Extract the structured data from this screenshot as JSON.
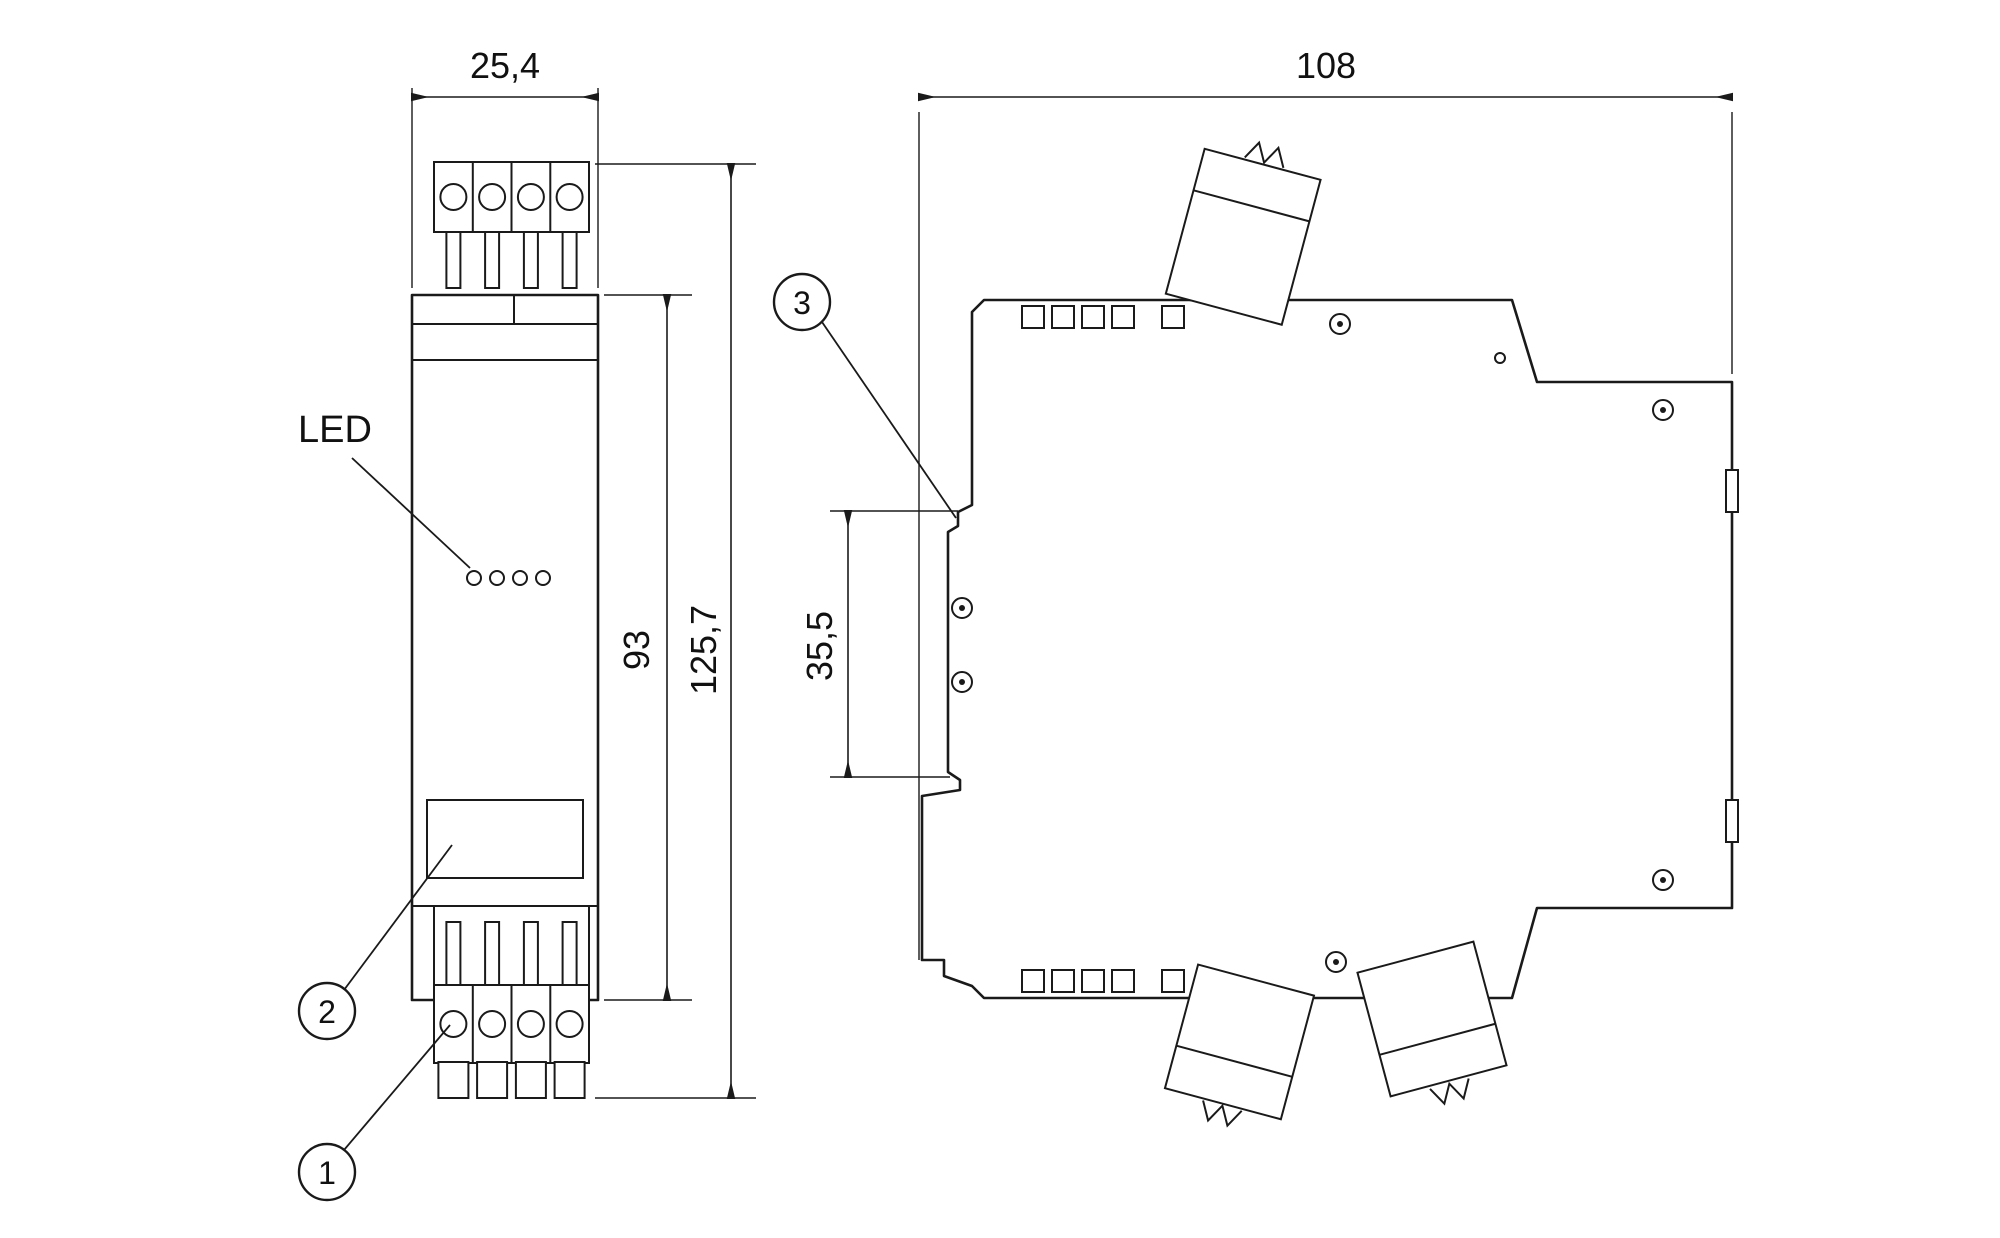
{
  "drawing": {
    "front_view": {
      "width_dim": "25,4",
      "body_height_dim": "93",
      "total_height_dim": "125,7",
      "led_label": "LED",
      "callout_bottom_terminal": "1",
      "callout_label_area": "2"
    },
    "side_view": {
      "depth_dim": "108",
      "rail_section_dim": "35,5",
      "callout_din_clip": "3"
    }
  }
}
